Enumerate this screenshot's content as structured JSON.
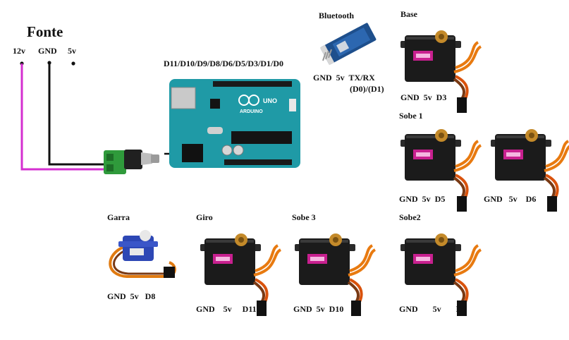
{
  "power_supply": {
    "title": "Fonte",
    "terminals": [
      "12v",
      "GND",
      "5v"
    ],
    "wire_colors": {
      "v12": "#d42fd0",
      "gnd": "#111111"
    }
  },
  "arduino": {
    "pins_label": "D11/D10/D9/D8/D6/D5/D3/D1/D0",
    "brand": "ARDUINO",
    "model": "UNO",
    "board_color": "#1f9aa6"
  },
  "bluetooth": {
    "title": "Bluetooth",
    "pins_line1": "GND  5v  TX/RX",
    "pins_line2": "(D0)/(D1)"
  },
  "servos": [
    {
      "title": "Base",
      "pins": "GND  5v  D3"
    },
    {
      "title": "Sobe 1",
      "pins": "GND  5v  D5"
    },
    {
      "title": "",
      "pins": "GND   5v    D6"
    },
    {
      "title": "Garra",
      "pins": "GND  5v   D8"
    },
    {
      "title": "Giro",
      "pins": "GND    5v     D11"
    },
    {
      "title": "Sobe 3",
      "pins": "GND  5v  D10"
    },
    {
      "title": "Sobe2",
      "pins": "GND       5v       D9"
    }
  ]
}
